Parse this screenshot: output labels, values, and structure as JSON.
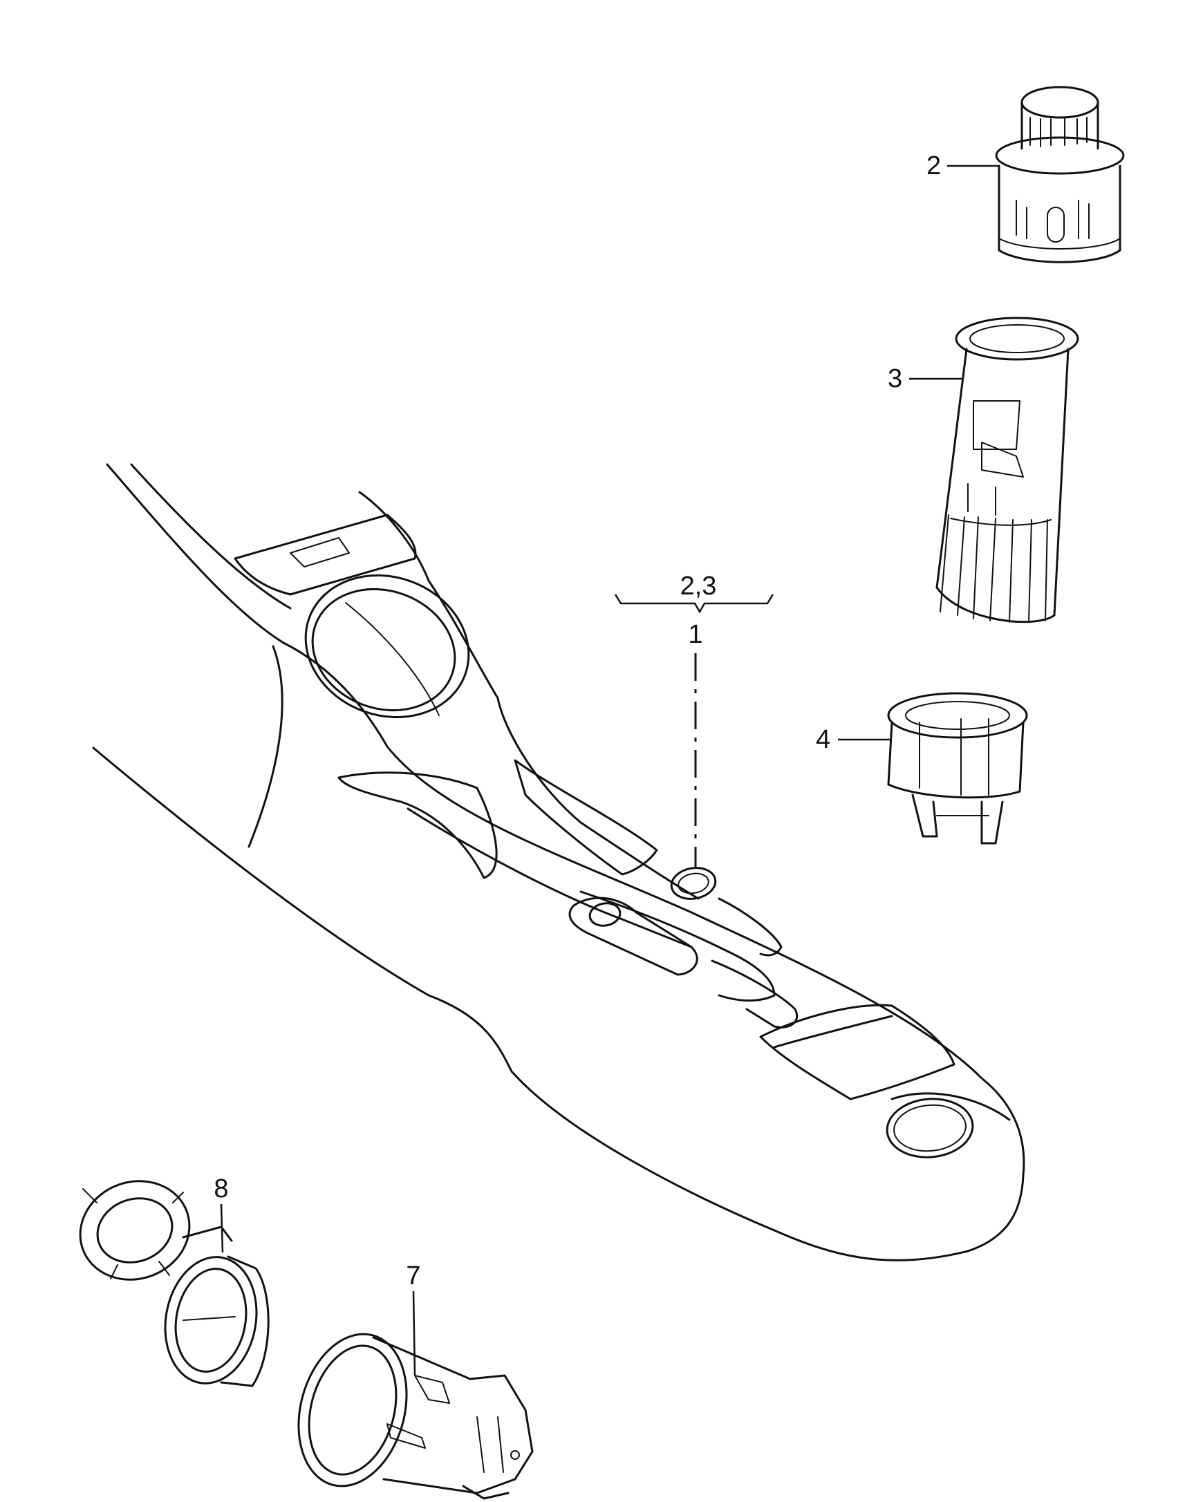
{
  "callouts": {
    "group": "2,3",
    "item_1": "1",
    "item_2": "2",
    "item_3": "3",
    "item_4": "4",
    "item_7": "7",
    "item_8": "8"
  },
  "line_color": "#111111",
  "background_color": "#ffffff"
}
